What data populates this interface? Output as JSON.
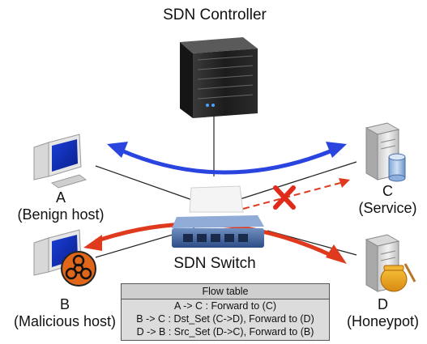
{
  "controller": {
    "label": "SDN Controller"
  },
  "switch": {
    "label": "SDN Switch"
  },
  "hosts": {
    "a": {
      "letter": "A",
      "role": "(Benign host)"
    },
    "b": {
      "letter": "B",
      "role": "(Malicious host)"
    },
    "c": {
      "letter": "C",
      "role": "(Service)"
    },
    "d": {
      "letter": "D",
      "role": "(Honeypot)"
    }
  },
  "flow_table": {
    "title": "Flow table",
    "rows": [
      "A -> C : Forward to (C)",
      "B -> C : Dst_Set (C->D), Forward to (D)",
      "D -> B : Src_Set (D->C), Forward to (B)"
    ]
  },
  "colors": {
    "benign_flow": "#2a44e0",
    "malicious_flow": "#e03a1e",
    "blocked_mark": "#e02b1a"
  }
}
